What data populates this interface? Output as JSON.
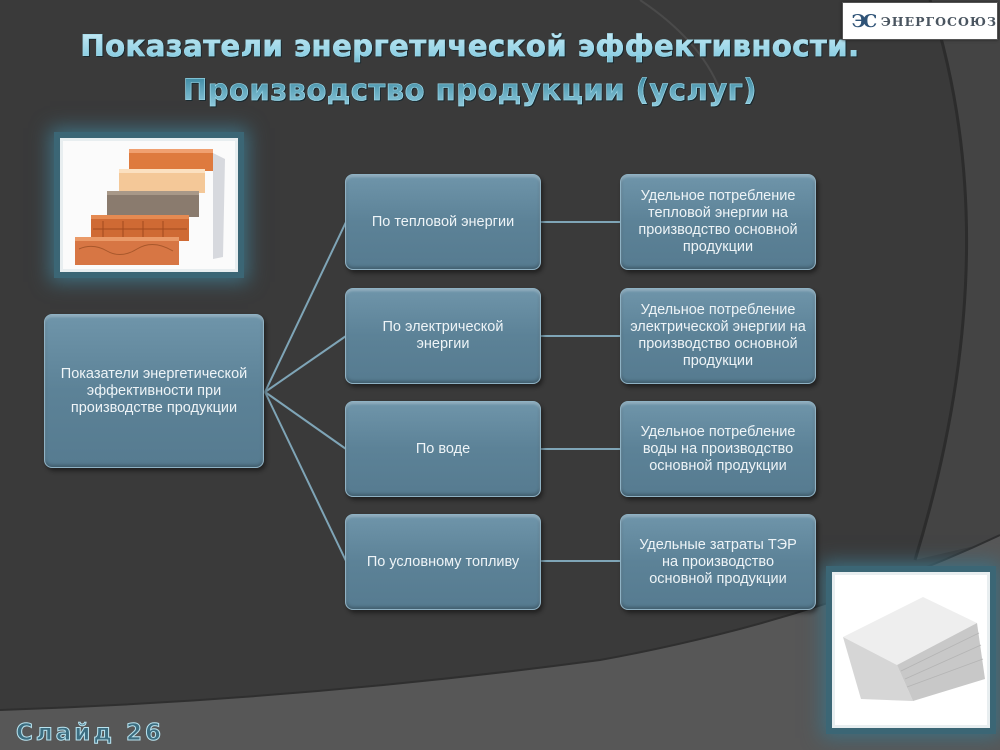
{
  "slide": {
    "title_line1": "Показатели энергетической эффективности.",
    "title_line2": "Производство продукции (услуг)",
    "logo": {
      "icon": "energosoyuz-emblem-icon",
      "mark": "ЭС",
      "text": "ЭНЕРГОСОЮЗ"
    },
    "footer": "Слайд 26",
    "colors": {
      "background": "#3a3a3a",
      "box_fill": "#5f869b",
      "box_border": "#8fb2c4",
      "connector": "#7fa5b7",
      "title": "#7fc4d8"
    }
  },
  "images": [
    {
      "name": "bricks-photo",
      "description": "stack of bricks"
    },
    {
      "name": "paper-stack-photo",
      "description": "stack of paper"
    }
  ],
  "diagram": {
    "root": "Показатели энергетической эффективности при производстве продукции",
    "branches": [
      {
        "label": "По тепловой энергии",
        "indicator": "Удельное потребление тепловой энергии на производство основной продукции"
      },
      {
        "label": "По электрической энергии",
        "indicator": "Удельное потребление электрической энергии на производство основной продукции"
      },
      {
        "label": "По воде",
        "indicator": "Удельное потребление воды на производство основной продукции"
      },
      {
        "label": "По условному топливу",
        "indicator": "Удельные затраты ТЭР на производство основной продукции"
      }
    ]
  }
}
